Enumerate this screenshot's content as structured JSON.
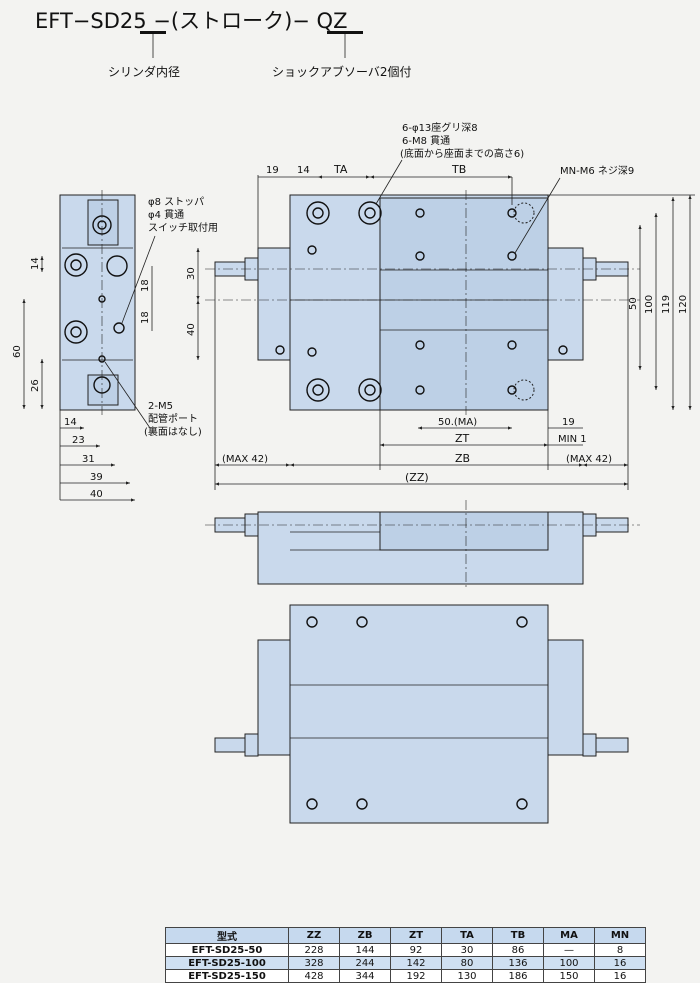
{
  "title": {
    "model": "EFT−SD25 −(ストローク)− QZ",
    "bore_note": "シリンダ内径",
    "option_note": "ショックアブソーバ2個付"
  },
  "side_view": {
    "stopper_note": [
      "φ8 ストッパ",
      "φ4 貫通",
      "スイッチ取付用"
    ],
    "port_note": [
      "2-M5",
      "配管ポート",
      "(裏面はなし)"
    ],
    "dims": {
      "d14v": "14",
      "d18a": "18",
      "d18b": "18",
      "d60": "60",
      "d26": "26",
      "d14": "14",
      "d23": "23",
      "d31": "31",
      "d39": "39",
      "d40": "40"
    }
  },
  "top_view": {
    "hole_note": [
      "6-φ13座グリ深8",
      "6-M8 貫通",
      "(底面から座面までの高さ6)"
    ],
    "tap_note": "MN-M6 ネジ深9",
    "dims": {
      "d19": "19",
      "d14": "14",
      "ta": "TA",
      "tb": "TB",
      "d30": "30",
      "d40": "40",
      "d50": "50",
      "d100": "100",
      "d119": "119",
      "d120": "120",
      "ma": "50.(MA)",
      "d19b": "19",
      "zt": "ZT",
      "min1": "MIN 1",
      "max42l": "(MAX 42)",
      "zb": "ZB",
      "max42r": "(MAX 42)",
      "zz": "(ZZ)"
    }
  },
  "table": {
    "headers": [
      "型式",
      "ZZ",
      "ZB",
      "ZT",
      "TA",
      "TB",
      "MA",
      "MN"
    ],
    "rows": [
      [
        "EFT-SD25-50",
        "228",
        "144",
        "92",
        "30",
        "86",
        "—",
        "8"
      ],
      [
        "EFT-SD25-100",
        "328",
        "244",
        "142",
        "80",
        "136",
        "100",
        "16"
      ],
      [
        "EFT-SD25-150",
        "428",
        "344",
        "192",
        "130",
        "186",
        "150",
        "16"
      ]
    ]
  }
}
